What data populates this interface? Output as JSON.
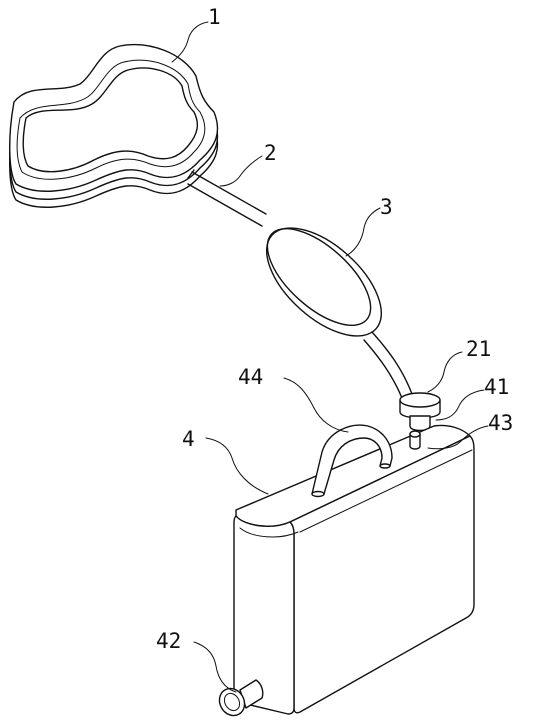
{
  "labels": {
    "l1": "1",
    "l2": "2",
    "l3": "3",
    "l4": "4",
    "l21": "21",
    "l41": "41",
    "l42": "42",
    "l43": "43",
    "l44": "44"
  }
}
